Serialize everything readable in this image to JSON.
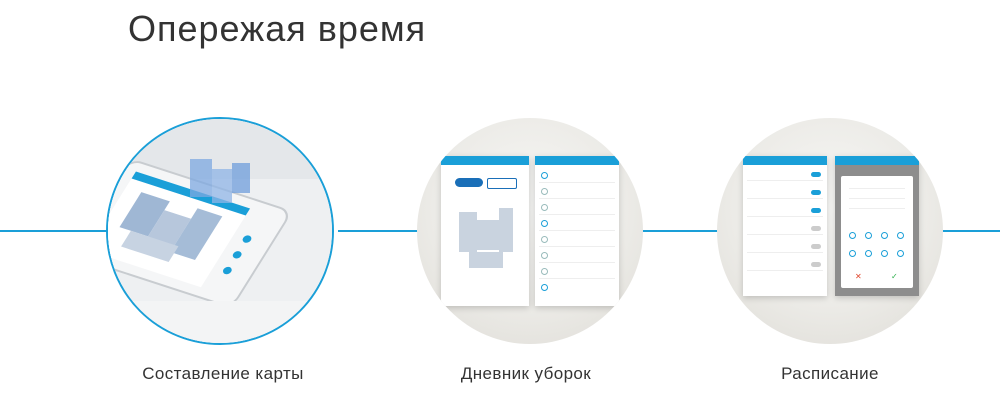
{
  "section": {
    "title": "Опережая время"
  },
  "features": [
    {
      "label": "Составление карты",
      "icon": "map-phone-icon"
    },
    {
      "label": "Дневник уборок",
      "icon": "cleaning-log-icon"
    },
    {
      "label": "Расписание",
      "icon": "schedule-icon"
    }
  ],
  "colors": {
    "accent": "#1a9fd8",
    "title_text": "#333333"
  }
}
